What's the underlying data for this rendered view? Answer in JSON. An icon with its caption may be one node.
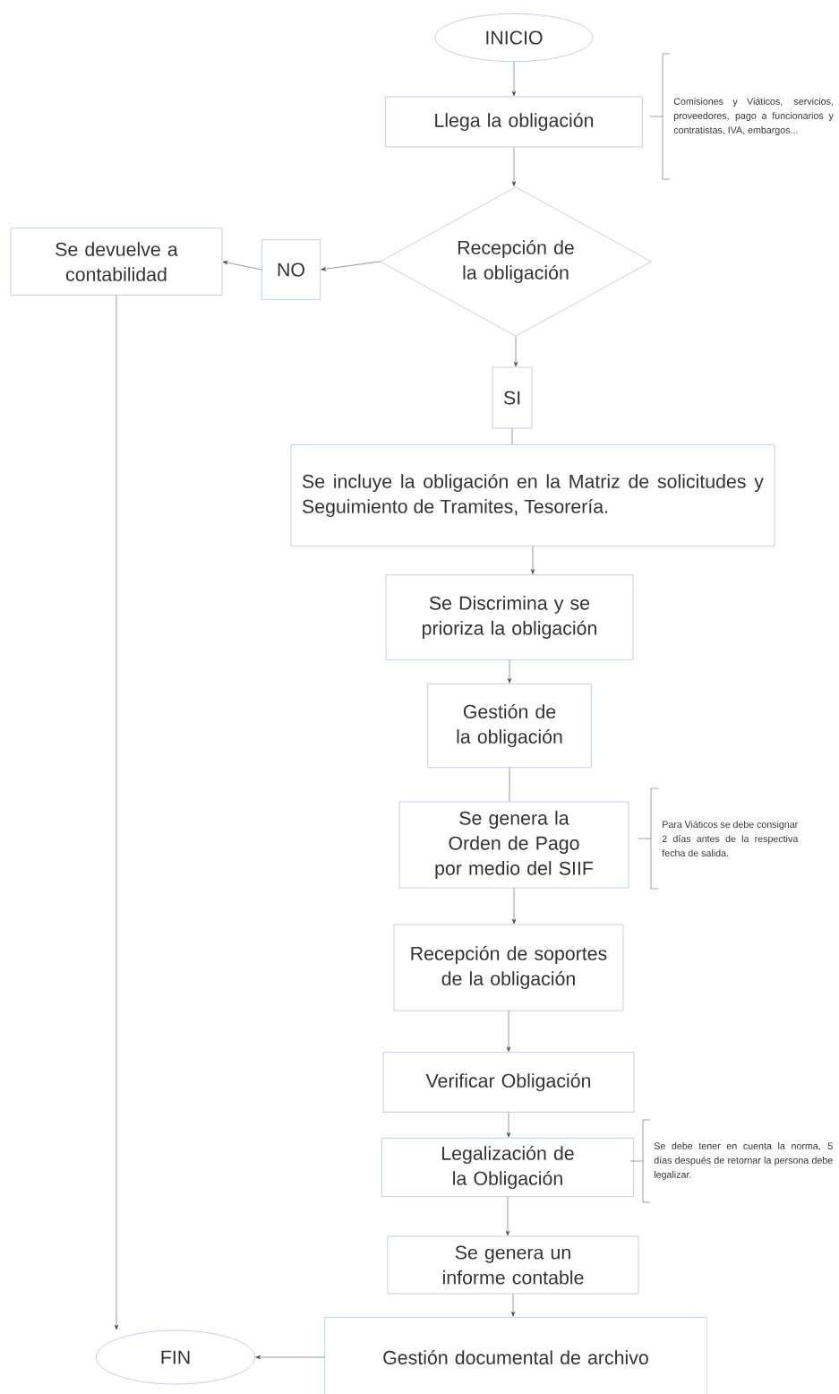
{
  "diagram": {
    "nodes": [
      {
        "text": [
          "INICIO"
        ]
      },
      {
        "text": [
          "Llega la obligación"
        ],
        "beside": [
          "Comisiones y Viáticos, servicios, proveedores, pago a funcionarios y contratistas, IVA, embargos..."
        ]
      },
      {
        "text": [
          "Recepción de la obligación"
        ]
      },
      {
        "text": [
          "NO"
        ]
      },
      {
        "text": [
          "Se devuelve a contabilidad"
        ]
      },
      {
        "text": [
          "SI"
        ]
      },
      {
        "text": [
          "Se incluye la obligación en la Matriz de solicitudes y Seguimiento de Tramites, Tesorería."
        ]
      },
      {
        "text": [
          "Se Discrimina y se prioriza la obligación"
        ]
      },
      {
        "text": [
          "Gestión de la obligación"
        ]
      },
      {
        "text": [
          "Se genera la Orden de Pago por medio del SIIF"
        ],
        "beside": [
          "Para Viáticos se debe consignar 2 días antes de la respectiva fecha de salida."
        ]
      },
      {
        "text": [
          "Recepción de soportes de la obligación"
        ]
      },
      {
        "text": [
          "Verificar Obligación"
        ]
      },
      {
        "text": [
          "Legalización de la Obligación"
        ],
        "beside": [
          "Se debe tener en cuenta la norma, 5 días después de retornar la persona debe legalizar."
        ]
      },
      {
        "text": [
          "Se genera un informe contable"
        ]
      },
      {
        "text": [
          "Gestión documental de archivo"
        ]
      },
      {
        "text": [
          "FIN"
        ]
      }
    ],
    "edges": [
      {
        "from": 0,
        "to": 1,
        "arrow": "to"
      },
      {
        "from": 1,
        "to": 2,
        "arrow": "to"
      },
      {
        "from": 2,
        "to": 3,
        "arrow": "to"
      },
      {
        "from": 3,
        "to": 4,
        "arrow": "to"
      },
      {
        "from": 2,
        "to": 5,
        "arrow": "to"
      },
      {
        "from": 5,
        "to": 6,
        "arrow": "none"
      },
      {
        "from": 6,
        "to": 7,
        "arrow": "to"
      },
      {
        "from": 7,
        "to": 8,
        "arrow": "to"
      },
      {
        "from": 8,
        "to": 9,
        "arrow": "none"
      },
      {
        "from": 9,
        "to": 10,
        "arrow": "to"
      },
      {
        "from": 10,
        "to": 11,
        "arrow": "to"
      },
      {
        "from": 11,
        "to": 12,
        "arrow": "to"
      },
      {
        "from": 12,
        "to": 13,
        "arrow": "to"
      },
      {
        "from": 13,
        "to": 14,
        "arrow": "to"
      },
      {
        "from": 4,
        "to": 15,
        "arrow": "to"
      },
      {
        "from": 14,
        "to": 15,
        "arrow": "to"
      }
    ]
  }
}
